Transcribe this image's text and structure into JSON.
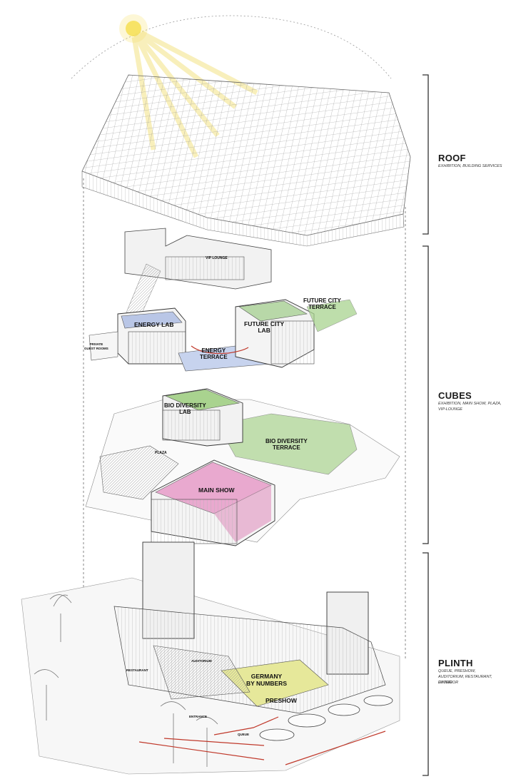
{
  "levels": {
    "roof": {
      "title": "ROOF",
      "desc": "EXHIBITION, BUILDING SERVICES"
    },
    "cubes": {
      "title": "CUBES",
      "desc1": "EXHIBITION, MAIN SHOW, PLAZA,",
      "desc2": "VIP-LOUNGE"
    },
    "plinth": {
      "title": "PLINTH",
      "desc1": "QUEUE, PRESHOW,",
      "desc2": "AUDITORIUM, RESTAURANT, EXTERIOR",
      "desc3": "DINING"
    }
  },
  "spaces": {
    "vip_lounge": "VIP LOUNGE",
    "energy_lab": "ENERGY LAB",
    "private_guest_1": "PRIVATE",
    "private_guest_2": "GUEST ROOMS",
    "energy_terrace_1": "ENERGY",
    "energy_terrace_2": "TERRACE",
    "future_city_lab_1": "FUTURE CITY",
    "future_city_lab_2": "LAB",
    "future_city_terrace_1": "FUTURE CITY",
    "future_city_terrace_2": "TERRACE",
    "bio_lab_1": "BIO DIVERSITY",
    "bio_lab_2": "LAB",
    "bio_terrace_1": "BIO DIVERSITY",
    "bio_terrace_2": "TERRACE",
    "plaza": "PLAZA",
    "main_show": "MAIN SHOW",
    "restaurant": "RESTAURANT",
    "auditorium": "AUDITORIUM",
    "germany_1": "GERMANY",
    "germany_2": "BY NUMBERS",
    "preshow": "PRESHOW",
    "entrance": "ENTRANCE",
    "queue": "QUEUE"
  },
  "colors": {
    "energy": "#b9c6e6",
    "future_city": "#b8d8a8",
    "bio": "#a9d38f",
    "main_show": "#e9a9cf",
    "germany": "#e6e89a",
    "route": "#c0392b",
    "sun": "#f3e27a"
  }
}
